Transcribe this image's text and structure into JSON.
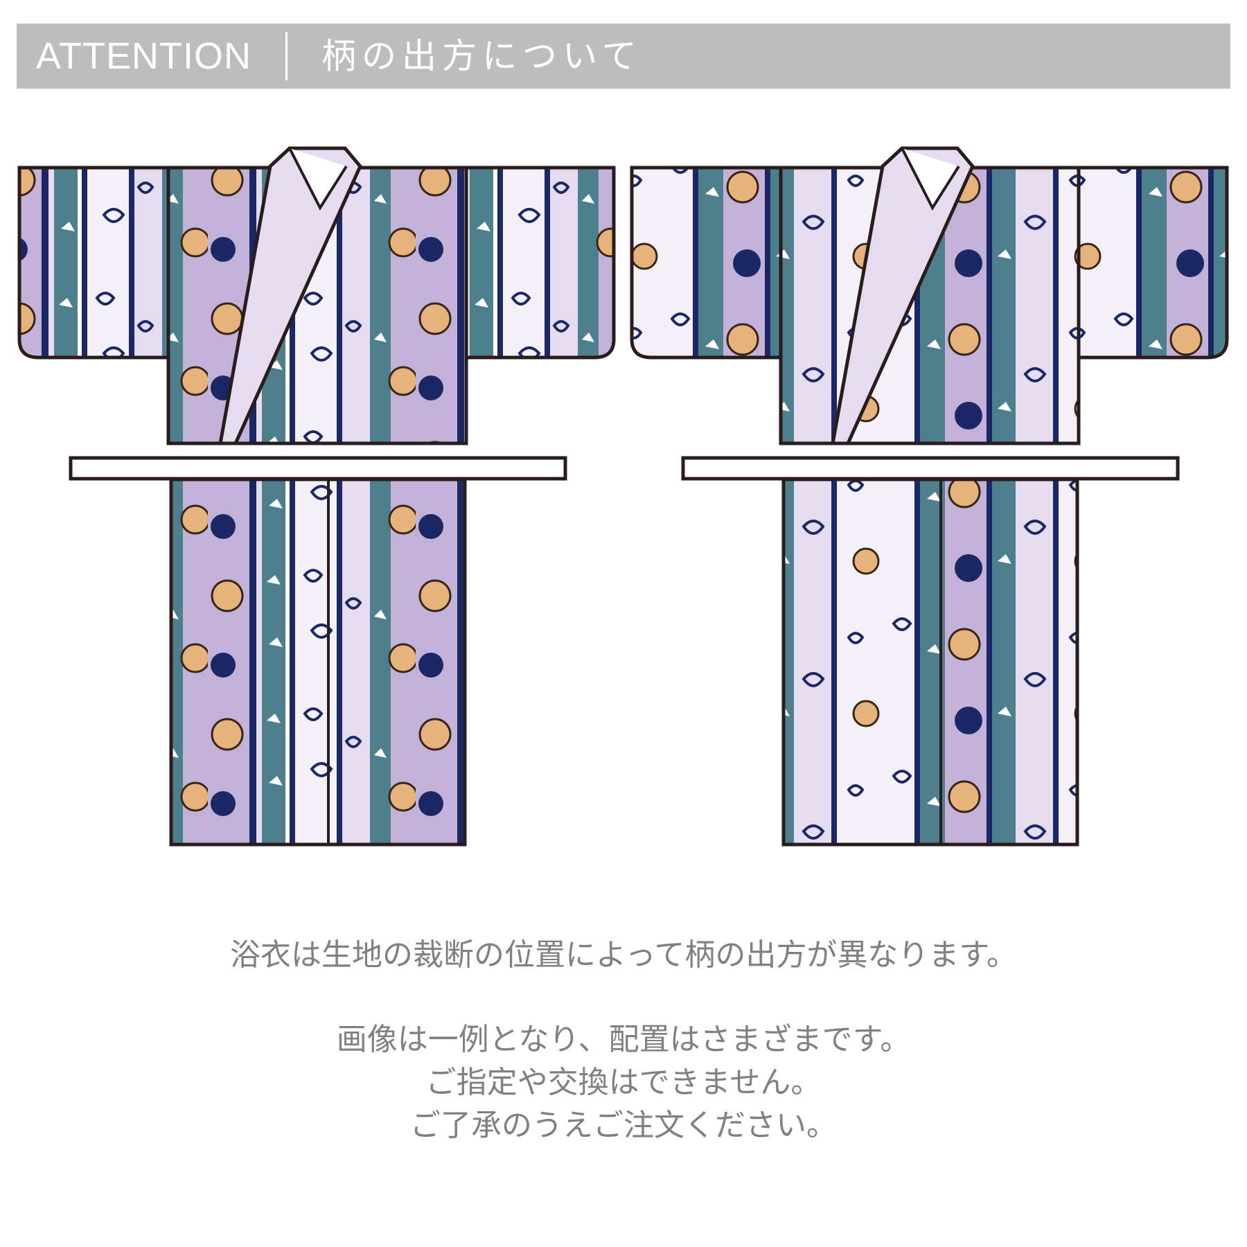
{
  "header": {
    "label_en": "ATTENTION",
    "label_ja": "柄の出方について"
  },
  "notice": {
    "line1": "浴衣は生地の裁断の位置によって柄の出方が異なります。",
    "line2": "画像は一例となり、配置はさまざまです。",
    "line3": "ご指定や交換はできません。",
    "line4": "ご了承のうえご注文ください。"
  },
  "colors": {
    "header_bg": "#bdbdbd",
    "header_text": "#ffffff",
    "notice_text": "#808080",
    "outline": "#2a1c1c",
    "lavender_light": "#e6dcef",
    "lavender": "#c3b2d8",
    "teal": "#4e7f8d",
    "navy": "#1c2866",
    "apricot": "#e6b37c",
    "white": "#ffffff"
  }
}
